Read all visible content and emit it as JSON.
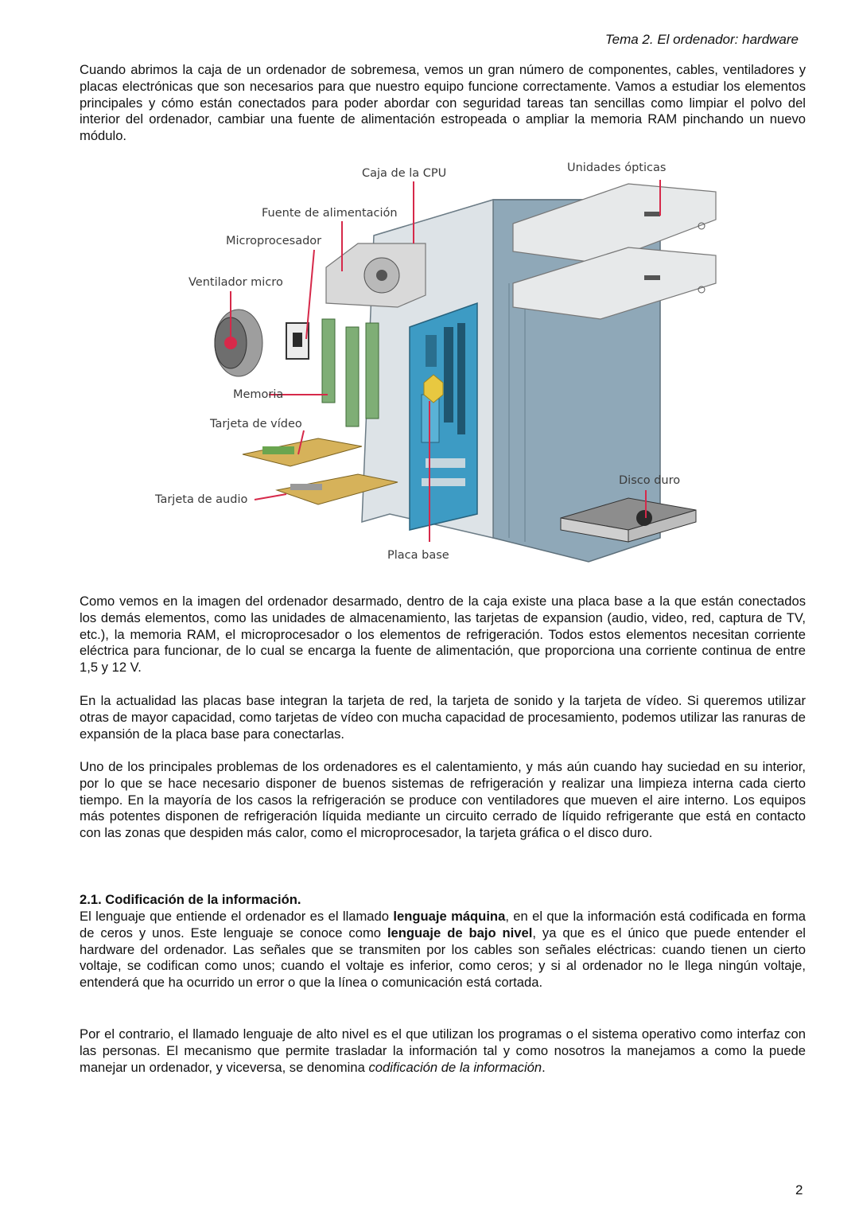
{
  "header": {
    "title": "Tema 2. El ordenador: hardware"
  },
  "intro": "Cuando abrimos la caja de un ordenador de sobremesa, vemos un gran número de componentes, cables, ventiladores y placas electrónicas que son necesarios para que nuestro equipo funcione correctamente. Vamos a estudiar los elementos principales y cómo están conectados para poder abordar con seguridad tareas tan sencillas como limpiar el polvo del interior del ordenador, cambiar una fuente de alimentación estropeada o ampliar la memoria RAM pinchando un nuevo módulo.",
  "figure": {
    "labels": {
      "caja_cpu": "Caja de la CPU",
      "unidades_opticas": "Unidades ópticas",
      "fuente": "Fuente de alimentación",
      "microprocesador": "Microprocesador",
      "ventilador": "Ventilador micro",
      "memoria": "Memoria",
      "tarjeta_video": "Tarjeta de vídeo",
      "tarjeta_audio": "Tarjeta de audio",
      "disco_duro": "Disco duro",
      "placa_base": "Placa base"
    },
    "colors": {
      "case": "#8fa8b8",
      "board": "#3d9bc4",
      "pointer": "#d6294a",
      "card": "#d6b25a",
      "ram": "#7fae76"
    }
  },
  "paragraphs": {
    "p1": "Como vemos en la imagen del ordenador desarmado, dentro de la caja existe una placa base a la que están conectados los demás elementos, como las unidades de almacenamiento, las tarjetas de expansion (audio, video, red, captura de TV, etc.), la memoria RAM, el microprocesador o los elementos de refrigeración. Todos estos elementos necesitan corriente eléctrica para funcionar, de lo cual se encarga la fuente de alimentación, que proporciona una corriente continua de entre 1,5 y 12 V.",
    "p2": "En la actualidad las placas base integran la tarjeta de red, la tarjeta de sonido y la tarjeta de vídeo. Si queremos utilizar otras de mayor capacidad, como tarjetas de vídeo con mucha capacidad de procesamiento, podemos utilizar las ranuras de expansión de la placa base para conectarlas.",
    "p3": "Uno de los principales problemas de los ordenadores es el calentamiento, y más aún cuando hay suciedad en su interior, por lo que se hace necesario disponer de buenos sistemas de refrigeración y realizar una limpieza interna cada cierto tiempo. En la mayoría de los casos la refrigeración se produce con ventiladores que mueven el aire interno. Los equipos más potentes disponen de refrigeración líquida mediante un circuito cerrado de líquido refrigerante que está en contacto con las zonas que despiden más calor, como el microprocesador, la tarjeta gráfica o el disco duro."
  },
  "section": {
    "heading": "2.1. Codificación de la información.",
    "p1": {
      "a": "El lenguaje que entiende el ordenador es el llamado ",
      "b": "lenguaje máquina",
      "c": ", en el que la información está codificada en forma de ceros y unos. Este lenguaje se conoce como ",
      "d": "lenguaje de bajo nivel",
      "e": ", ya que es el único que puede entender el hardware del ordenador. Las señales que se transmiten por los cables son señales eléctricas: cuando tienen un cierto voltaje, se codifican como unos; cuando el voltaje es inferior, como ceros; y si al ordenador no le llega ningún voltaje, entenderá que ha ocurrido un error o que la línea o comunicación está cortada."
    },
    "p2": {
      "a": "Por el contrario, el llamado lenguaje de alto nivel es el que utilizan los programas o el sistema operativo como interfaz con las personas. El mecanismo que permite trasladar la información tal y como nosotros la manejamos a como la puede manejar un ordenador, y viceversa, se denomina ",
      "b": "codificación de la información",
      "c": "."
    }
  },
  "page_number": "2"
}
